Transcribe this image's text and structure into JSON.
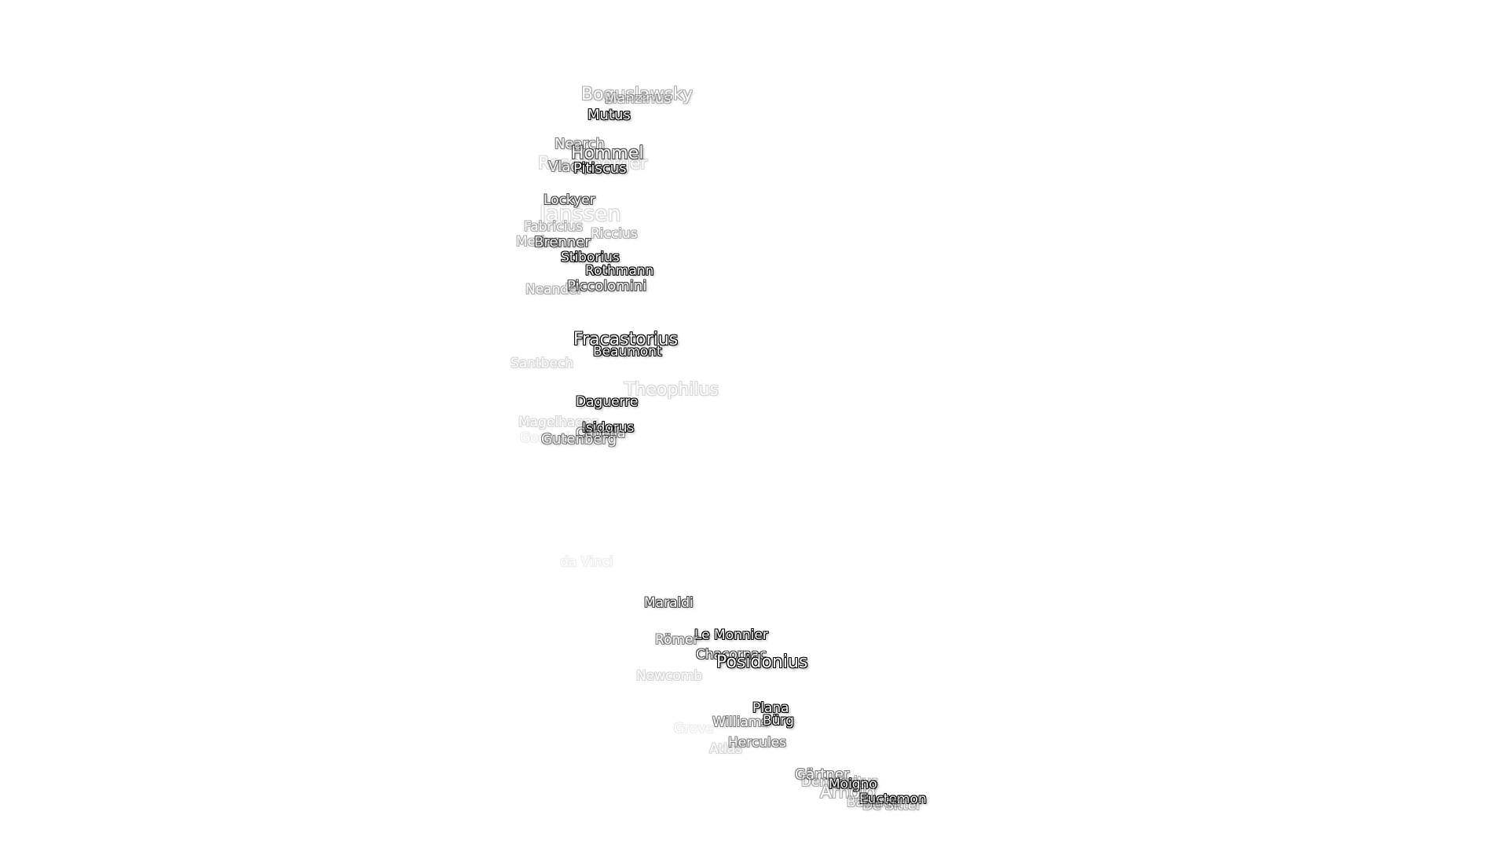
{
  "map": {
    "labels": {
      "boguslawsky": "Boguslawsky",
      "manzinus": "Manzinus",
      "mutus": "Mutus",
      "nearch": "Nearch",
      "hommel": "Hommel",
      "rosenberger": "Rosenberger",
      "vlacq": "Vlacq",
      "pitiscus": "Pitiscus",
      "lockyer": "Lockyer",
      "janssen": "Janssen",
      "fabricius": "Fabricius",
      "riccius": "Riccius",
      "metius": "Metius",
      "brenner": "Brenner",
      "stiborius": "Stiborius",
      "rothmann": "Rothmann",
      "piccolomini": "Piccolomini",
      "neander": "Neander",
      "fracastorius": "Fracastorius",
      "beaumont": "Beaumont",
      "santbech": "Santbech",
      "theophilus": "Theophilus",
      "daguerre": "Daguerre",
      "magelhaens": "Magelhaens",
      "isidorus": "Isidorus",
      "capella": "Capella",
      "goclenius": "Goclenius",
      "gutenberg": "Gutenberg",
      "da_vinci": "da Vinci",
      "maraldi": "Maraldi",
      "le_monnier": "Le Monnier",
      "romer": "Römer",
      "chacornac": "Chacornac",
      "posidonius": "Posidonius",
      "newcomb": "Newcomb",
      "plana": "Plana",
      "williams": "Williams",
      "burg": "Bürg",
      "grove": "Grove",
      "hercules": "Hercules",
      "atlas": "Atlas",
      "gartner": "Gärtner",
      "democritus": "Democritus",
      "moigno": "Moigno",
      "arnold": "Arnold",
      "euctemon": "Euctemon",
      "baillaud": "Baillaud",
      "de_sitter": "De Sitter"
    }
  }
}
